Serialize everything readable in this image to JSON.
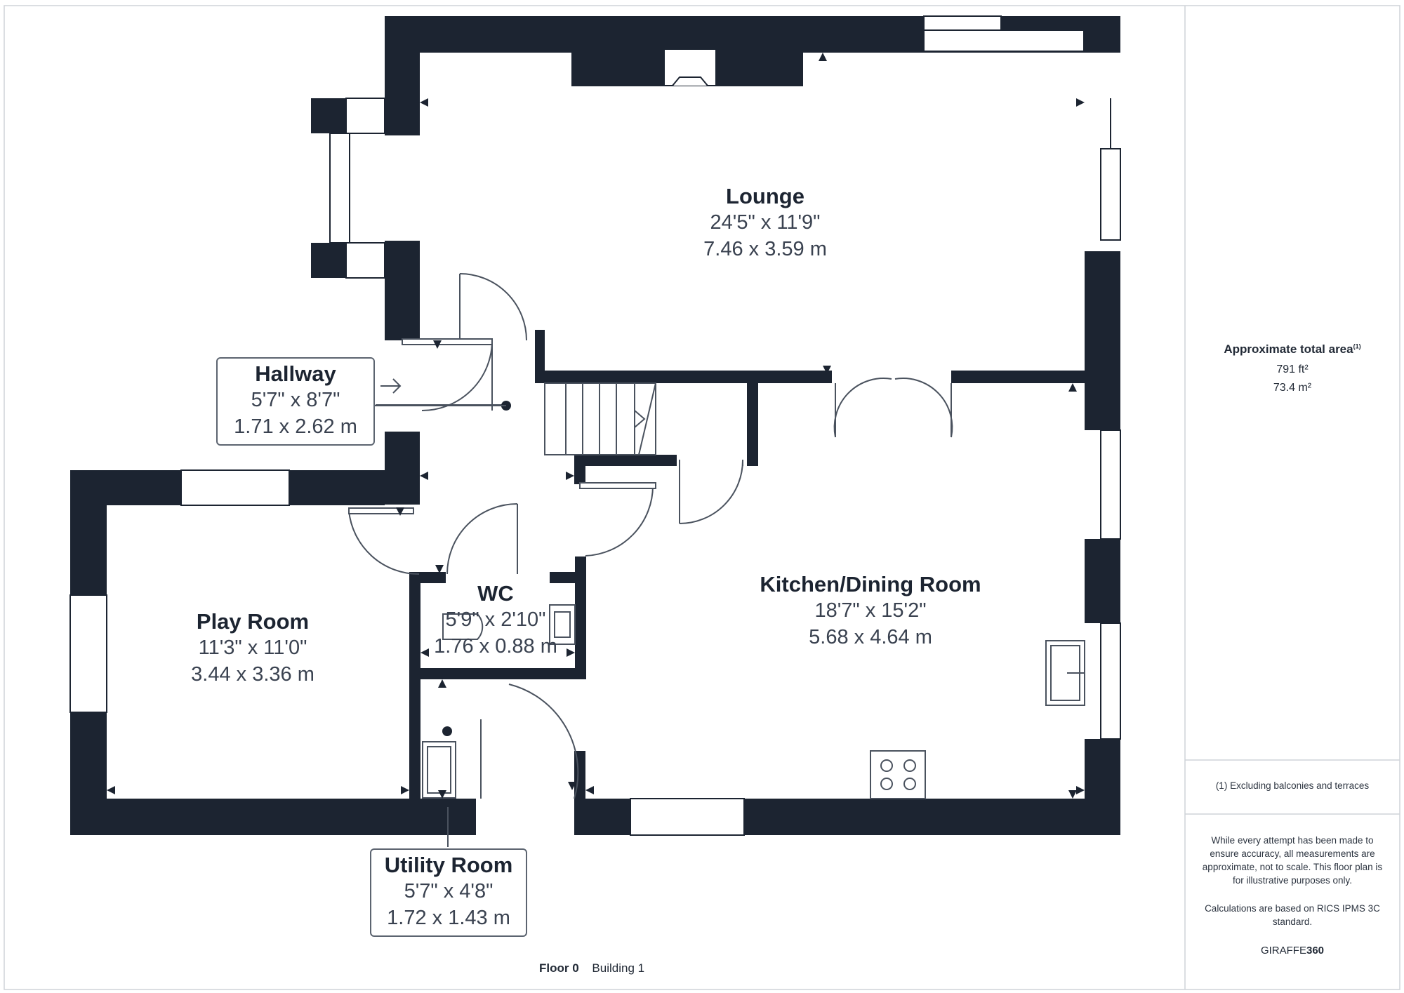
{
  "rooms": {
    "lounge": {
      "name": "Lounge",
      "dim_imperial": "24'5\" x 11'9\"",
      "dim_metric": "7.46 x 3.59 m"
    },
    "hallway": {
      "name": "Hallway",
      "dim_imperial": "5'7\" x 8'7\"",
      "dim_metric": "1.71 x 2.62 m"
    },
    "play_room": {
      "name": "Play Room",
      "dim_imperial": "11'3\" x 11'0\"",
      "dim_metric": "3.44 x 3.36 m"
    },
    "wc": {
      "name": "WC",
      "dim_imperial": "5'9\" x 2'10\"",
      "dim_metric": "1.76 x 0.88 m"
    },
    "kitchen": {
      "name": "Kitchen/Dining Room",
      "dim_imperial": "18'7\" x 15'2\"",
      "dim_metric": "5.68 x 4.64 m"
    },
    "utility": {
      "name": "Utility Room",
      "dim_imperial": "5'7\" x 4'8\"",
      "dim_metric": "1.72 x 1.43 m"
    }
  },
  "sidebar": {
    "area_title": "Approximate total area",
    "area_note_marker": "(1)",
    "area_ft": "791 ft²",
    "area_m": "73.4 m²",
    "footnote": "(1) Excluding balconies and terraces",
    "disclaimer": "While every attempt has been made to ensure accuracy, all measurements are approximate, not to scale. This floor plan is for illustrative purposes only.",
    "calc_note": "Calculations are based on RICS IPMS 3C standard.",
    "brand_prefix": "GIRAFFE",
    "brand_suffix": "360"
  },
  "footer": {
    "floor": "Floor 0",
    "building": "Building 1"
  },
  "colors": {
    "wall": "#1c2431",
    "line": "#4a525e",
    "border": "#cfd3d8"
  },
  "icons": [
    "arrow-right-icon",
    "hob-icon",
    "sink-icon",
    "toilet-icon",
    "basin-icon",
    "fireplace-icon",
    "stairs-icon"
  ]
}
